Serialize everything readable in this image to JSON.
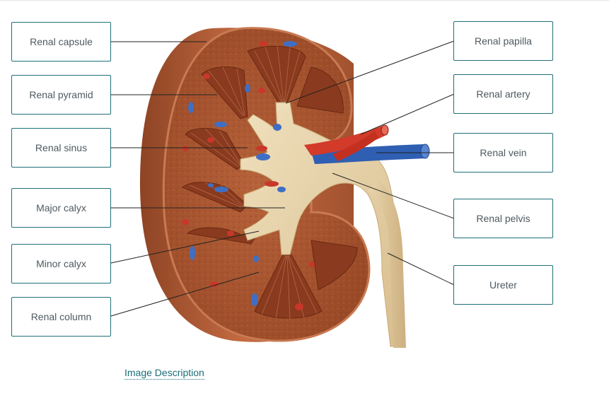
{
  "labels": {
    "left": [
      "Renal capsule",
      "Renal pyramid",
      "Renal sinus",
      "Major calyx",
      "Minor calyx",
      "Renal column"
    ],
    "right": [
      "Renal papilla",
      "Renal artery",
      "Renal vein",
      "Renal pelvis",
      "Ureter"
    ]
  },
  "image_description_link": "Image Description",
  "colors": {
    "box_border": "#1f6f78",
    "label_text": "#4d5a60",
    "link": "#1a6e78",
    "cortex": "#a9552f",
    "capsule": "#c2643b",
    "pelvis": "#e4cfa6",
    "artery": "#d23a2a",
    "vein": "#2f5fb3"
  }
}
